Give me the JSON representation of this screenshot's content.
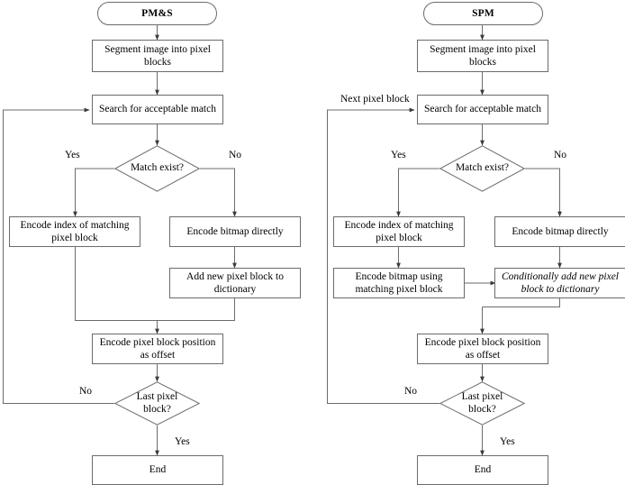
{
  "diagram": {
    "title_visible": false,
    "stroke_color": "#6b6b6b",
    "text_color": "#000000",
    "background": "#ffffff"
  },
  "flowcharts": [
    {
      "id": "pms",
      "start_label": "PM&S",
      "nodes": {
        "segment": "Segment image into pixel blocks",
        "search": "Search for acceptable match",
        "decision_match": "Match exist?",
        "encode_index": "Encode index of matching pixel block",
        "encode_bitmap": "Encode bitmap directly",
        "add_block": "Add new pixel block to dictionary",
        "encode_offset": "Encode pixel block position as offset",
        "decision_last": "Last pixel block?",
        "end": "End"
      },
      "edge_labels": {
        "match_yes": "Yes",
        "match_no": "No",
        "last_no": "No",
        "last_yes": "Yes"
      }
    },
    {
      "id": "spm",
      "start_label": "SPM",
      "nodes": {
        "segment": "Segment image into pixel blocks",
        "search": "Search for acceptable match",
        "decision_match": "Match exist?",
        "encode_index": "Encode index of matching pixel block",
        "encode_bitmap": "Encode bitmap directly",
        "encode_using": "Encode bitmap using matching pixel block",
        "cond_add_block": "Conditionally add new pixel block to dictionary",
        "encode_offset": "Encode pixel block position as offset",
        "decision_last": "Last pixel block?",
        "end": "End"
      },
      "edge_labels": {
        "loop_back": "Next pixel block",
        "match_yes": "Yes",
        "match_no": "No",
        "last_no": "No",
        "last_yes": "Yes"
      }
    }
  ]
}
